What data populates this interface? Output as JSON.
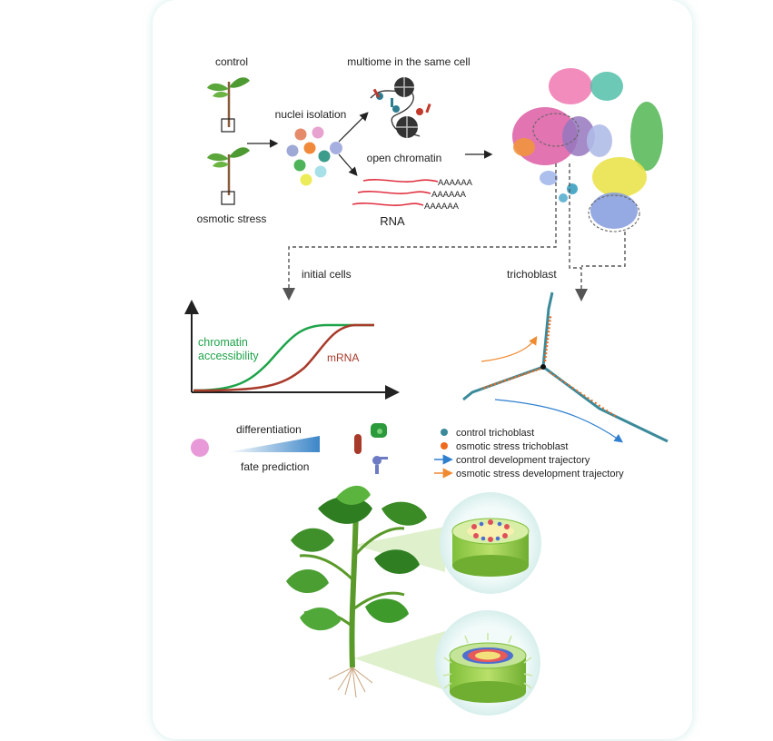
{
  "labels": {
    "control": "control",
    "osmotic_stress": "osmotic stress",
    "nuclei_isolation": "nuclei isolation",
    "multiome": "multiome in the same cell",
    "open_chromatin": "open chromatin",
    "rna": "RNA",
    "polyA": "AAAAAA",
    "initial_cells": "initial cells",
    "trichoblast": "trichoblast",
    "chromatin_line1": "chromatin",
    "chromatin_line2": "accessibility",
    "mrna": "mRNA",
    "differentiation": "differentiation",
    "fate_prediction": "fate prediction"
  },
  "legend": [
    {
      "label": "control trichoblast",
      "color": "#3a8a9a",
      "marker": "dot"
    },
    {
      "label": "osmotic stress trichoblast",
      "color": "#ee6a1e",
      "marker": "dot"
    },
    {
      "label": "control development trajectory",
      "color": "#2f7fd0",
      "marker": "arrow"
    },
    {
      "label": "osmotic stress development trajectory",
      "color": "#f08a30",
      "marker": "arrow"
    }
  ],
  "colors": {
    "chromatin_curve": "#1fa34a",
    "mrna_curve": "#a83a2a",
    "rna_strand": "#e03040",
    "stem": "#8a5a3c",
    "leaf": "#5aa63a",
    "dashed": "#555555"
  }
}
